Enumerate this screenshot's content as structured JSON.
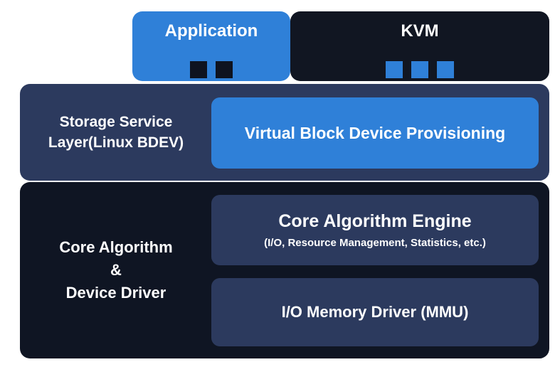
{
  "application": {
    "label": "Application"
  },
  "kvm": {
    "label": "KVM"
  },
  "storage_layer": {
    "label_line1": "Storage Service",
    "label_line2": "Layer(Linux BDEV)",
    "block": "Virtual Block Device Provisioning"
  },
  "core_layer": {
    "label_line1": "Core Algorithm",
    "label_line2": "&",
    "label_line3": "Device Driver",
    "engine_title": "Core Algorithm Engine",
    "engine_sub": "(I/O, Resource Management, Statistics, etc.)",
    "mmu": "I/O Memory Driver (MMU)"
  },
  "colors": {
    "blue": "#2f80d8",
    "navy": "#2c3a5e",
    "dark": "#0f1523"
  }
}
